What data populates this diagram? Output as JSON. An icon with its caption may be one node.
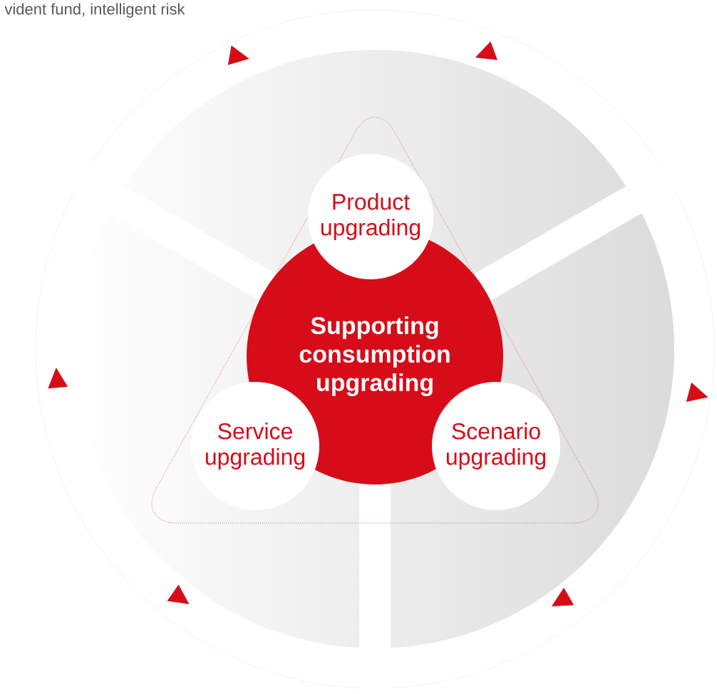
{
  "diagram": {
    "nodes": [
      {
        "text": [
          "Product upgrading"
        ]
      },
      {
        "text": [
          "Supporting consumption upgrading"
        ]
      },
      {
        "text": [
          "Service upgrading"
        ]
      },
      {
        "text": [
          "Scenario upgrading"
        ]
      }
    ],
    "labels": [
      "vident fund, intelligent risk"
    ]
  }
}
